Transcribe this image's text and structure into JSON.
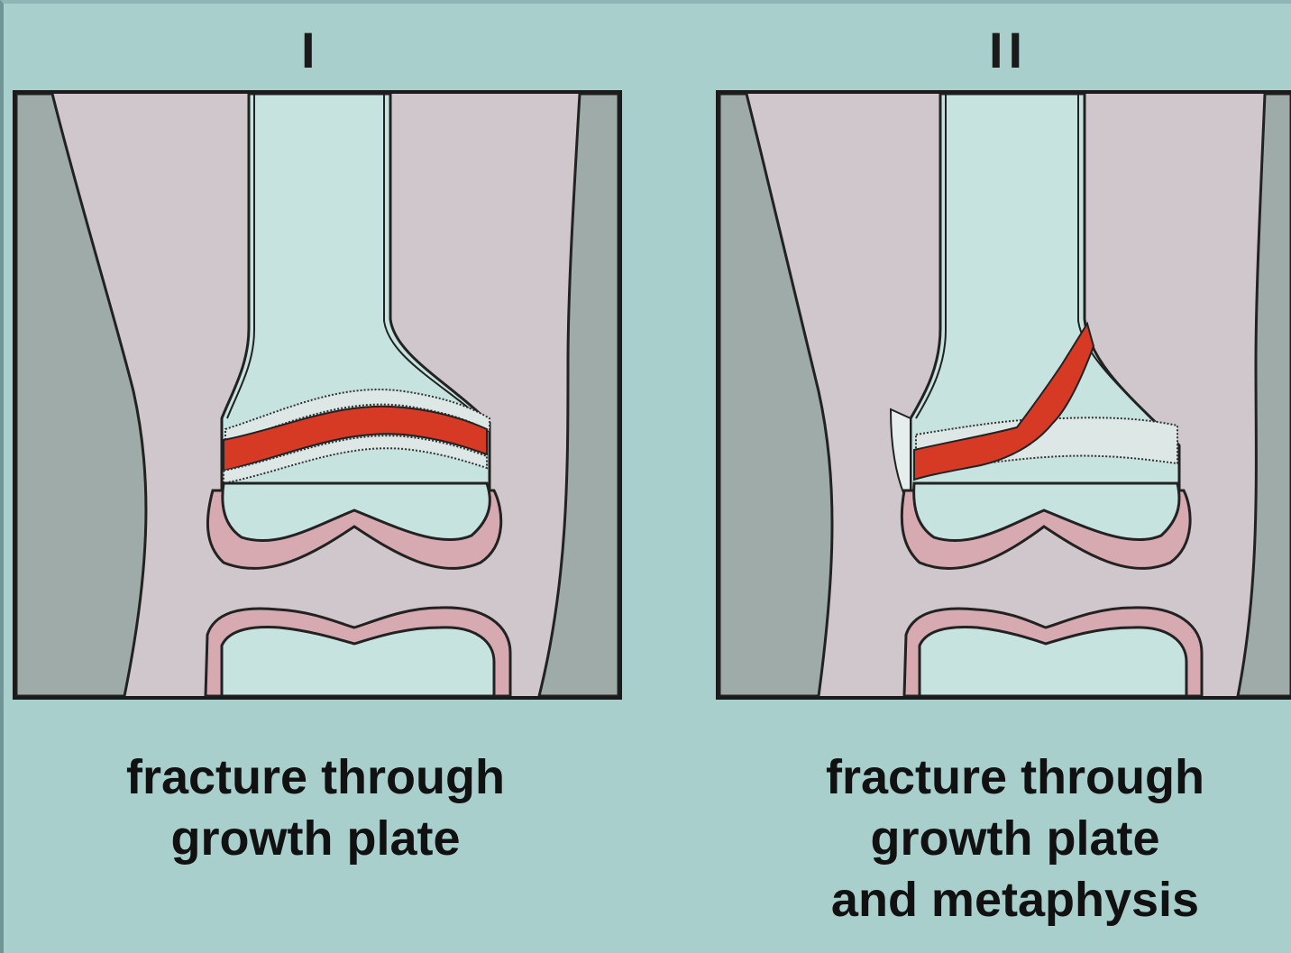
{
  "panels": [
    {
      "numeral": "I",
      "caption": [
        "fracture through",
        "growth plate"
      ]
    },
    {
      "numeral": "II",
      "caption": [
        "fracture through",
        "growth plate",
        "and metaphysis"
      ]
    }
  ],
  "colors": {
    "background": "#a9cfcd",
    "soft_tissue": "#cfc7cb",
    "outer_tissue": "#9eaba9",
    "bone": "#c6e3df",
    "fracture": "#d63a25",
    "cartilage": "#d7aab2"
  }
}
